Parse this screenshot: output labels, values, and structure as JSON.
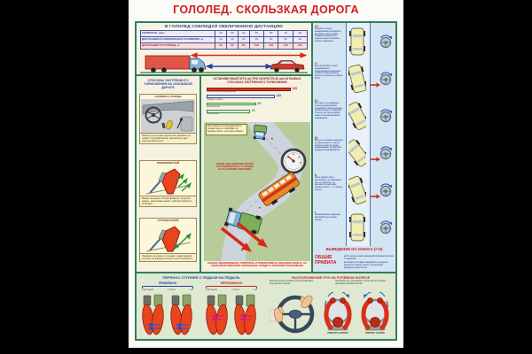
{
  "poster": {
    "title": "ГОЛОЛЕД. СКОЛЬЗКАЯ ДОРОГА",
    "colors": {
      "accent_red": "#d21c1c",
      "frame_green": "#2f7f5e",
      "info_blue": "#2b3f9e",
      "panel_blue_bg": "#d3e5f3",
      "band_green_bg": "#dfe9d2",
      "cream_bg": "#f5f2e0"
    },
    "distance_section": {
      "header": "В ГОЛОЛЕД СОБЛЮДАЙ УВЕЛИЧЕННУЮ ДИСТАНЦИЮ"
    },
    "braking_methods": {
      "header": "СПОСОБЫ ЭКСТРЕННОГО ТОРМОЖЕНИЯ НА СКОЛЬЗКОЙ ДОРОГЕ",
      "panels": [
        {
          "title": "«ТОРМОЗ С ГАЗОМ»",
          "pic": "cab",
          "caption": "Плавно, не отпуская педали газа, нажимать на тормоз. Крутящий момент двигателя не даст колесам пойти на юз."
        },
        {
          "title": "ПРЕРЫВИСТЫЙ",
          "pic": "pulse",
          "caption": "Нажать на педаль. Почувствовав юз, отпустить педаль, затем вновь нажать, повторяя приём до остановки."
        },
        {
          "title": "СТУПЕНЧАТЫЙ",
          "pic": "step",
          "caption": "Нажимать на педаль ступенями с нарастающим усилием, не доводя колеса до юза и блокировки."
        }
      ]
    },
    "road_scene": {
      "note": "При повороте на скользкой дороге снижай скорость ЗАРАНЕЕ, на прямом участке, до входа в поворот.",
      "warning": "ПОМНИ! ЛЕД НАИБОЛЕЕ ОПАСЕН ПРИ ТЕМПЕРАТУРЕ 0 °С И ВЫШЕ ИЗ-ЗА НАЛИЧИЯ СЛОЯ ВОДЫ",
      "bottom_warning": "НЕЛЬЗЯ ОДНОВРЕМЕННО ТОРМОЗИТЬ И ПОВОРАЧИВАТЬ ПЕРЕДНИЕ КОЛЕСА. НА СКОЛЬЗКОМ ПОКРЫТИИ АВТОМОБИЛЬ ПОЙДЕТ В ПРЕЖНЕМ НАПРАВЛЕНИИ"
    },
    "skid_recovery": {
      "steps": [
        {
          "num": "VI",
          "rotation": 0,
          "arrow": false,
          "text": "В момент полного выравнивания автомобиля поставить колеса прямо. Плавным нажатием на педаль газа восстановить скорость движения."
        },
        {
          "num": "V",
          "rotation": -14,
          "arrow": true,
          "text": "Если автомобиль начал выравниваться, опережающим вращением рулевого колеса вернуть колеса в положение «прямо» (II-IV)."
        },
        {
          "num": "IV",
          "rotation": -28,
          "arrow": false,
          "text": "Без паузы, не дожидаясь полного выравнивания автомобиля, начать вращать рулевое колесо в обратную сторону. Это предотвратит занос в противоположном направлении."
        },
        {
          "num": "III",
          "rotation": -38,
          "arrow": true,
          "text": "Быстро, но плавно повернуть рулевое колесо в сторону заноса и сразу же начать выравнивание. Автомобиль поддается выравниванию."
        },
        {
          "num": "II",
          "rotation": -20,
          "arrow": true,
          "text": "Занос задней части автомобиля: не сбрасывать газ, не тормозить, не выключать сцепление; рулевое колесо — в сторону заноса."
        },
        {
          "num": "I",
          "rotation": 0,
          "arrow": false,
          "text": "Прямолинейное движение автомобиля до начала заноса."
        }
      ],
      "footer": "ВЫВЕДЕНИЕ ИЗ ЗАНОСА (I-VI)",
      "rules_title": "ОБЩИЕ ПРАВИЛА",
      "rules": [
        "Не делать резких движений рулевым колесом и педалями.",
        "Стараться плавно направлять передние колеса в сторону заноса, не допуская вращения колес на юз."
      ]
    },
    "feet_section": {
      "header": "ПЕРЕНОС СТУПНЕЙ С ПЕДАЛИ НА ПЕДАЛЬ",
      "correct_label": "ПРАВИЛЬНО",
      "incorrect_label": "НЕПРАВИЛЬНО",
      "pedals": [
        "СЦЕПЛЕНИЕ",
        "ТОРМОЗ",
        "ГАЗ"
      ]
    },
    "hands_section": {
      "header": "РАСПОЛОЖЕНИЕ РУК НА РУЛЕВОМ КОЛЕСЕ",
      "caption_left": "Большие пальцы должны плотно обхватывать обод рулевого колеса",
      "caption_right": "Положение рук, допускаемое только при неотложных действиях рулевым колесом",
      "turn_right": "ПОВОРОТ НАПРАВО",
      "turn_left": "ПОВОРОТ НАЛЕВО"
    }
  },
  "chart_data": [
    {
      "type": "bar",
      "title": "ОСТАНОВОЧНЫЙ ПУТЬ (м) ПРИ СКОРОСТИ 60 км/ч В РАЗНЫХ СПОСОБАХ ЭКСТРЕННОГО ТОРМОЖЕНИЯ",
      "categories": [
        "На юз (колеса заблокированы)",
        "«Тормоз с газом»",
        "Прерывистый",
        "Ступенчатый"
      ],
      "values": [
        135,
        110,
        80,
        70
      ],
      "xlim": [
        0,
        140
      ],
      "legend": "none",
      "bar_fills": [
        "#da3524",
        "#faf7ec",
        "#faf7ec",
        "#faf7ec"
      ],
      "bar_strokes": [
        "#8f1608",
        "#2b3f9e",
        "#2e8f3f",
        "#2e8f3f"
      ],
      "value_colors": [
        "#d21c1c",
        "#2b3f9e",
        "#2e8f3f",
        "#2e8f3f"
      ]
    },
    {
      "type": "table",
      "title": "В ГОЛОЛЕД СОБЛЮДАЙ УВЕЛИЧЕННУЮ ДИСТАНЦИЮ",
      "rows": [
        {
          "label": "СКОРОСТЬ, км/ч",
          "values": [
            "20",
            "30",
            "40",
            "50",
            "60",
            "70",
            "80"
          ]
        },
        {
          "label": "ДИСТАНЦИЯ В НОРМАЛЬНЫХ УСЛОВИЯХ, м",
          "values": [
            "10",
            "15",
            "20",
            "25",
            "30",
            "35",
            "40"
          ]
        },
        {
          "label": "ДИСТАНЦИЯ В ГОЛОЛЕД, м",
          "values": [
            "40",
            "60",
            "80",
            "100",
            "120",
            "140",
            "160"
          ]
        }
      ]
    }
  ]
}
